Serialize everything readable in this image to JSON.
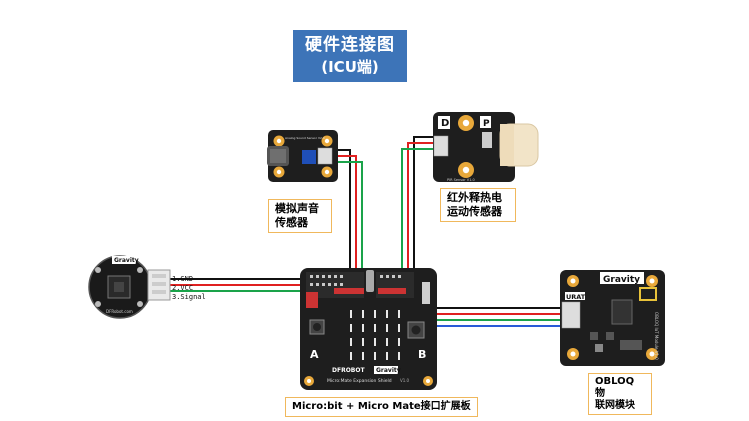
{
  "title": {
    "line1": "硬件连接图",
    "line2": "(ICU端)"
  },
  "labels": {
    "sound_sensor": [
      "模拟声音",
      "传感器"
    ],
    "pir_sensor": [
      "红外释热电",
      "运动传感器"
    ],
    "board": "Micro:bit + Micro Mate接口扩展板",
    "iot_module": [
      "OBLOQ 物",
      "联网模块"
    ]
  },
  "heart_wires": [
    "1.GND",
    "2.VCC",
    "3.Signal"
  ],
  "board_text": {
    "brand": "DFROBOT",
    "gravity": "Gravity",
    "name": "Micro:Mate Expansion Shield",
    "ver": "V1.0",
    "a": "A",
    "b": "B"
  },
  "obloq_text": {
    "gravity": "Gravity",
    "urat": "URAT",
    "side": "OBLOQ IoT Module V1.0"
  },
  "pir_text": {
    "side": "PIR Sensor V1.0"
  },
  "sound_text": {
    "side": "Analog Sound Sensor V2.0"
  },
  "heart_text": {
    "gravity": "Gravity",
    "brand": "DFRobot.com"
  },
  "colors": {
    "title_bg": "#3d74b8",
    "label_border": "#f0b85c",
    "pcb": "#1e1e1e",
    "wire_red": "#e02020",
    "wire_green": "#1aa34a",
    "wire_blue": "#2a5bd7",
    "wire_black": "#111111"
  }
}
